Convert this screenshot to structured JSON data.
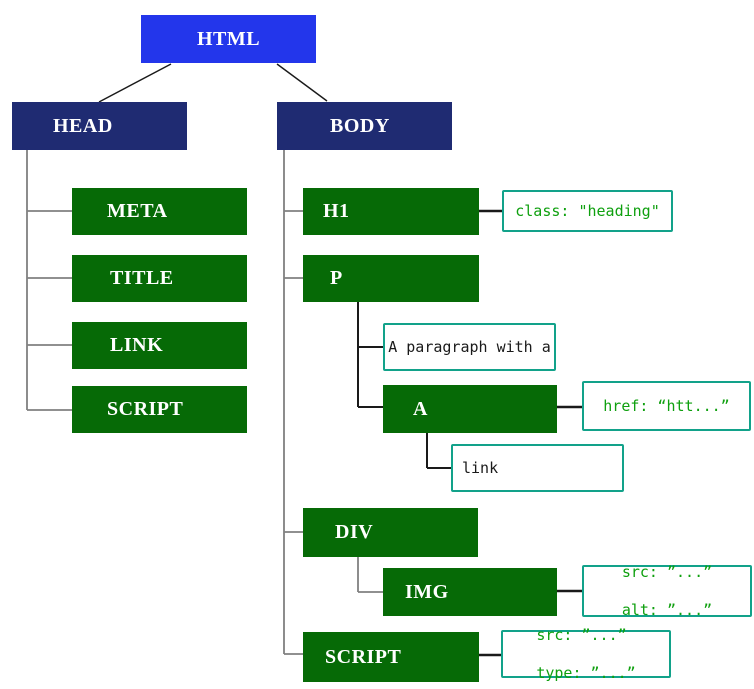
{
  "nodes": {
    "html": {
      "label": "HTML"
    },
    "head": {
      "label": "HEAD"
    },
    "body": {
      "label": "BODY"
    },
    "meta": {
      "label": "META"
    },
    "title": {
      "label": "TITLE"
    },
    "link": {
      "label": "LINK"
    },
    "script_head": {
      "label": "SCRIPT"
    },
    "h1": {
      "label": "H1"
    },
    "p": {
      "label": "P"
    },
    "a": {
      "label": "A"
    },
    "div": {
      "label": "DIV"
    },
    "img": {
      "label": "IMG"
    },
    "script_body": {
      "label": "SCRIPT"
    }
  },
  "text_boxes": {
    "paragraph": "A paragraph with a",
    "link": "link"
  },
  "annotations": {
    "h1_class": "class: \"heading\"",
    "a_href": "href: “htt...”",
    "img_src": "src: ”...”",
    "img_alt": "alt: ”...”",
    "script_src": "src: ”...”",
    "script_type": "type: ”...”"
  },
  "colors": {
    "root_fill": "#2336EB",
    "section_fill": "#1F2B72",
    "element_fill": "#066A06",
    "node_text": "#FFFFFF",
    "annotation_border": "#12A28A",
    "annotation_text": "#0FA00F",
    "connector_gray": "#808080",
    "connector_black": "#1A1A1A"
  }
}
